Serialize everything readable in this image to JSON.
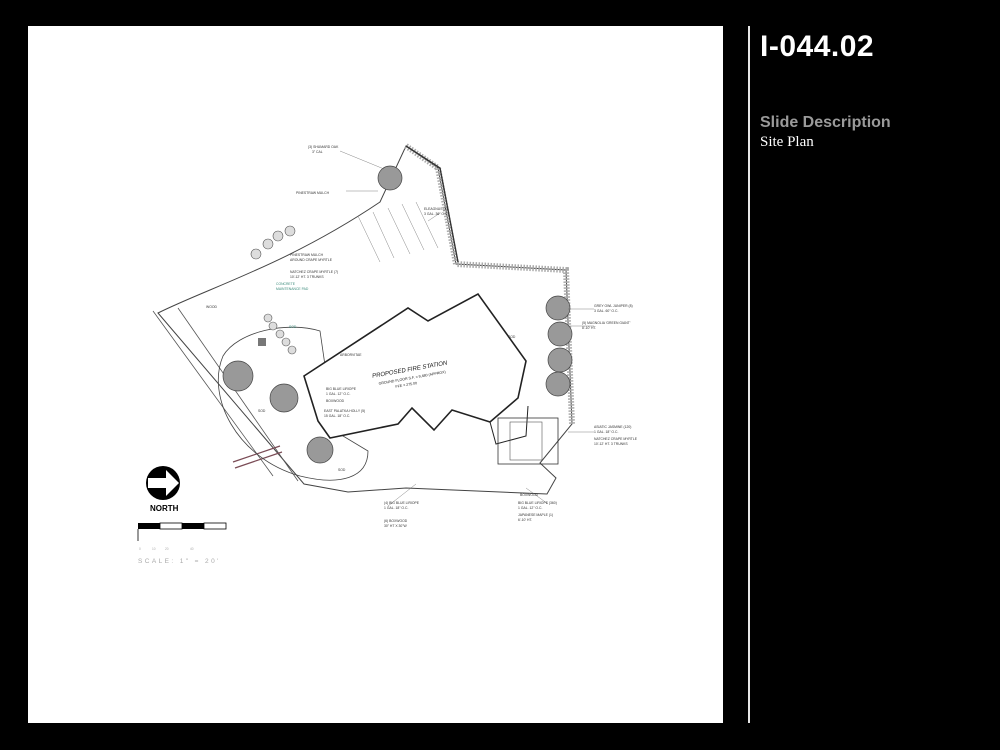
{
  "slide": {
    "id": "I-044.02",
    "description_label": "Slide Description",
    "description_value": "Site Plan"
  },
  "plan": {
    "building_title": "PROPOSED FIRE STATION",
    "building_floor": "GROUND FLOOR S.F. = 9,480 (APPROX)",
    "building_ffe": "FFE = 275.00",
    "north_label": "NORTH",
    "scale_ticks": [
      "0",
      "10",
      "20",
      "40"
    ],
    "scale_text": "SCALE: 1\" = 20'",
    "labels": {
      "l1": "(3) SHUMARD OAK",
      "l1b": "3\" CAL",
      "l2": "PINESTRAW MULCH",
      "l3": "PINESTRAW MULCH",
      "l3b": "AROUND CRAPE MYRTLE",
      "l4": "NATCHEZ CRAPE MYRTLE (7)",
      "l4b": "10'-12' HT. 3 TRUNKS",
      "l5": "CONCRETE",
      "l5b": "MAINTENANCE PAD",
      "l6": "SOD",
      "l7": "ARBORVITAE",
      "l8": "BIG BLUE LIRIOPE",
      "l8b": "1 GAL. 12\" O.C.",
      "l9": "BOXWOOD",
      "l10": "EAST PALATKA HOLLY (5)",
      "l10b": "15 GAL. 18\" O.C.",
      "l11": "ELEAGNUS (8)",
      "l11b": "3 GAL. 36\" O.C.",
      "l12": "GREY OWL JUNIPER (8)",
      "l12b": "3 GAL. 60\" O.C.",
      "l13": "(5) MAGNOLIA 'GREEN GIANT'",
      "l13b": "8'-10' HT.",
      "l14": "ASIATIC JASMINE (120)",
      "l14b": "1 GAL. 18\" O.C.",
      "l15": "NATCHEZ CRAPE MYRTLE",
      "l15b": "10'-12' HT. 3 TRUNKS",
      "l16": "BOXWOOD",
      "l17": "BIG BLUE LIRIOPE (360)",
      "l17b": "1 GAL. 12\" O.C.",
      "l18": "JAPANESE MAPLE (1)",
      "l18b": "6'-10' HT.",
      "l19": "(4) BIG BLUE LIRIOPE",
      "l19b": "1 GAL. 18\" O.C.",
      "l20": "(6) BOXWOOD",
      "l20b": "30\" HT X 30\"W",
      "l21": "WOOD",
      "l22": "SOD",
      "l23": "SOD",
      "l24": "SOD"
    }
  },
  "colors": {
    "background": "#000000",
    "panel": "#ffffff",
    "slide_id": "#ffffff",
    "description_label": "#9a9a9a",
    "description_value": "#ffffff"
  }
}
